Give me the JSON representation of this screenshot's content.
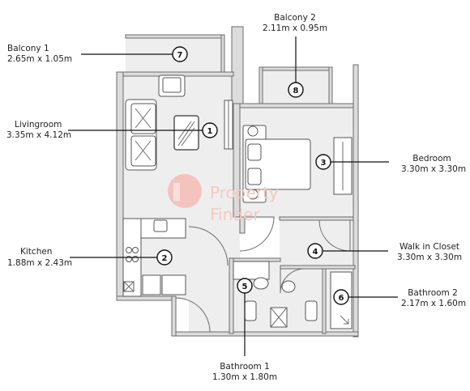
{
  "watermark": {
    "line1": "Property",
    "line2": "Finder",
    "color": "#e8453c"
  },
  "rooms": [
    {
      "id": "livingroom",
      "number": "1",
      "name": "Livingroom",
      "size": "3.35m x 4.12m"
    },
    {
      "id": "kitchen",
      "number": "2",
      "name": "Kitchen",
      "size": "1.88m x 2.43m"
    },
    {
      "id": "bedroom",
      "number": "3",
      "name": "Bedroom",
      "size": "3.30m x 3.30m"
    },
    {
      "id": "walk-in-closet",
      "number": "4",
      "name": "Walk in Closet",
      "size": "3.30m x 3.30m"
    },
    {
      "id": "bathroom-1",
      "number": "5",
      "name": "Bathroom 1",
      "size": "1.30m x 1.80m"
    },
    {
      "id": "bathroom-2",
      "number": "6",
      "name": "Bathroom 2",
      "size": "2.17m x 1.60m"
    },
    {
      "id": "balcony-1",
      "number": "7",
      "name": "Balcony 1",
      "size": "2.65m x 1.05m"
    },
    {
      "id": "balcony-2",
      "number": "8",
      "name": "Balcony 2",
      "size": "2.11m x 0.95m"
    }
  ]
}
